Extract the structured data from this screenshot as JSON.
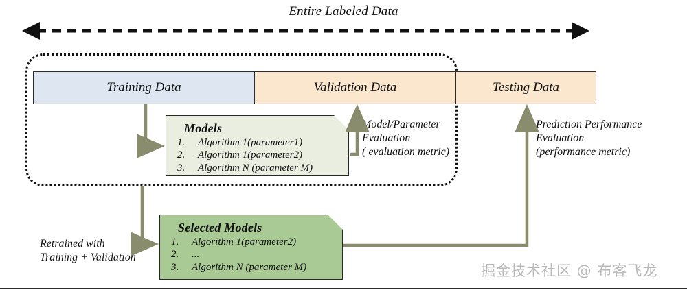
{
  "diagram": {
    "title": "Entire Labeled Data",
    "top_arrow": {
      "name": "entire-labeled-data-span-arrow",
      "style": "dashed-double-headed"
    },
    "dotted_group": {
      "label": "training-and-validation-group"
    },
    "data_bar": {
      "segments": [
        {
          "key": "training",
          "label": "Training Data",
          "color": "#dde6f1"
        },
        {
          "key": "validation",
          "label": "Validation Data",
          "color": "#fbe7ce"
        },
        {
          "key": "testing",
          "label": "Testing Data",
          "color": "#fbe7ce"
        }
      ]
    },
    "models_box": {
      "title": "Models",
      "color": "#e9eee1",
      "items": [
        {
          "num": "1.",
          "text": "Algorithm 1(parameter1)"
        },
        {
          "num": "2.",
          "text": "Algorithm 1(parameter2)"
        },
        {
          "num": "3.",
          "text": "Algorithm N (parameter M)"
        }
      ]
    },
    "selected_models_box": {
      "title": "Selected Models",
      "color": "#a9ca94",
      "items": [
        {
          "num": "1.",
          "text": "Algorithm 1(parameter2)"
        },
        {
          "num": "2.",
          "text": "..."
        },
        {
          "num": "3.",
          "text": "Algorithm N (parameter M)"
        }
      ]
    },
    "annotations": {
      "model_parameter_evaluation": "Model/Parameter\nEvaluation\n( evaluation metric)",
      "prediction_performance_evaluation": "Prediction Performance\nEvaluation\n(performance metric)",
      "retrained_with": "Retrained with\nTraining + Validation"
    },
    "connectors": [
      {
        "name": "training-data-to-models-arrow",
        "from": "Training Data",
        "to": "Models"
      },
      {
        "name": "models-to-validation-data-arrow",
        "from": "Models",
        "to": "Validation Data"
      },
      {
        "name": "group-to-selected-models-arrow",
        "from": "Training + Validation",
        "to": "Selected Models"
      },
      {
        "name": "selected-models-to-testing-data-arrow",
        "from": "Selected Models",
        "to": "Testing Data"
      }
    ],
    "watermark": "掘金技术社区 @ 布客飞龙",
    "colors": {
      "training": "#dde6f1",
      "validation_testing": "#fbe7ce",
      "models": "#e9eee1",
      "selected_models": "#a9ca94",
      "connector": "#8a8c6e",
      "outline": "#262626"
    }
  }
}
